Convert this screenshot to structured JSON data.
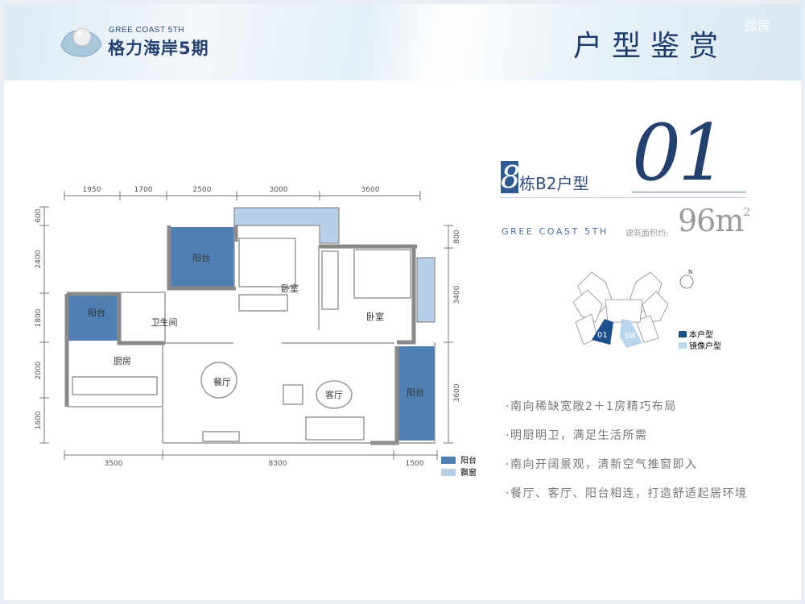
{
  "header": {
    "logo_en": "GREE COAST 5TH",
    "logo_cn": "格力海岸5期",
    "title": "户型鉴赏",
    "watermark": "搜房"
  },
  "unit": {
    "building_number": "8",
    "unit_label": "栋B2户型",
    "number": "01",
    "project_en": "GREE COAST 5TH",
    "area_label": "建筑面积约:",
    "area_value": "96m",
    "area_unit_sup": "2"
  },
  "floorplan": {
    "top_dims": [
      "1950",
      "1700",
      "2500",
      "3000",
      "3600"
    ],
    "left_dims": [
      "600",
      "2400",
      "1800",
      "2000",
      "1600"
    ],
    "right_dims": [
      "800",
      "3400",
      "3600"
    ],
    "bottom_dims": [
      "3500",
      "8300",
      "1500"
    ],
    "rooms": {
      "balcony_top": "阳台",
      "balcony_left": "阳台",
      "bathroom": "卫生间",
      "kitchen": "厨房",
      "dining": "餐厅",
      "living": "客厅",
      "bedroom1": "卧室",
      "bedroom2": "卧室",
      "balcony_right": "阳台"
    },
    "legend": [
      {
        "label": "阳台",
        "color": "#4f7fb3"
      },
      {
        "label": "飘窗",
        "color": "#b7d0ea"
      }
    ]
  },
  "keyplan": {
    "units": [
      "01",
      "08"
    ],
    "compass": "N",
    "legend": [
      {
        "label": "本户型",
        "color": "#1d4f8c"
      },
      {
        "label": "镜像户型",
        "color": "#b9d6ee"
      }
    ]
  },
  "features": [
    "·南向稀缺宽敞2＋1房精巧布局",
    "·明厨明卫，满足生活所需",
    "·南向开阔景观，清新空气推窗即入",
    "·餐厅、客厅、阳台相连，打造舒适起居环境"
  ]
}
